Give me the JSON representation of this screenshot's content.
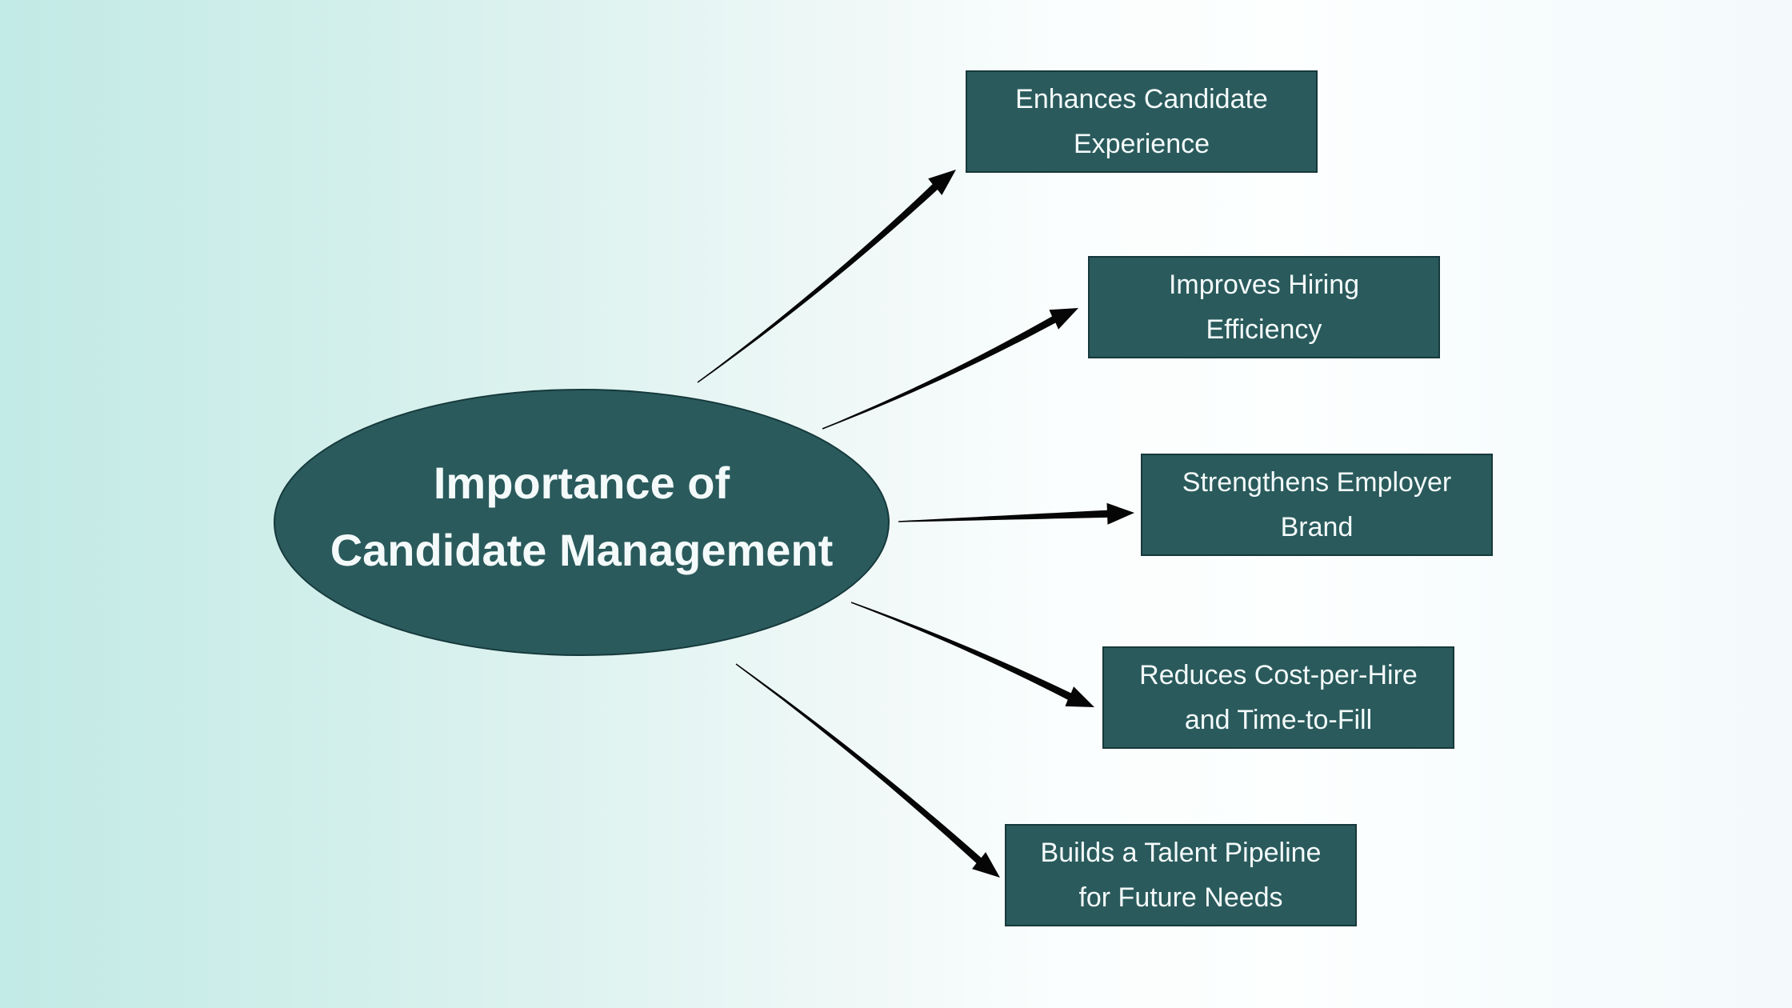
{
  "diagram": {
    "title": {
      "lines": [
        "Importance of",
        "Candidate Management"
      ]
    },
    "nodes": [
      {
        "id": "enhances-candidate-experience",
        "lines": [
          "Enhances Candidate",
          "Experience"
        ]
      },
      {
        "id": "improves-hiring-efficiency",
        "lines": [
          "Improves Hiring",
          "Efficiency"
        ]
      },
      {
        "id": "strengthens-employer-brand",
        "lines": [
          "Strengthens Employer",
          "Brand"
        ]
      },
      {
        "id": "reduces-cost-per-hire",
        "lines": [
          "Reduces Cost-per-Hire",
          "and Time-to-Fill"
        ]
      },
      {
        "id": "builds-talent-pipeline",
        "lines": [
          "Builds a Talent Pipeline",
          "for Future Needs"
        ]
      }
    ],
    "colors": {
      "node_fill": "#2A5A5C",
      "node_border": "#16393B",
      "node_text": "#F4FAFA",
      "arrow": "#060606",
      "background_left": "#C2EAE6",
      "background_right": "#F4FAFC"
    }
  }
}
